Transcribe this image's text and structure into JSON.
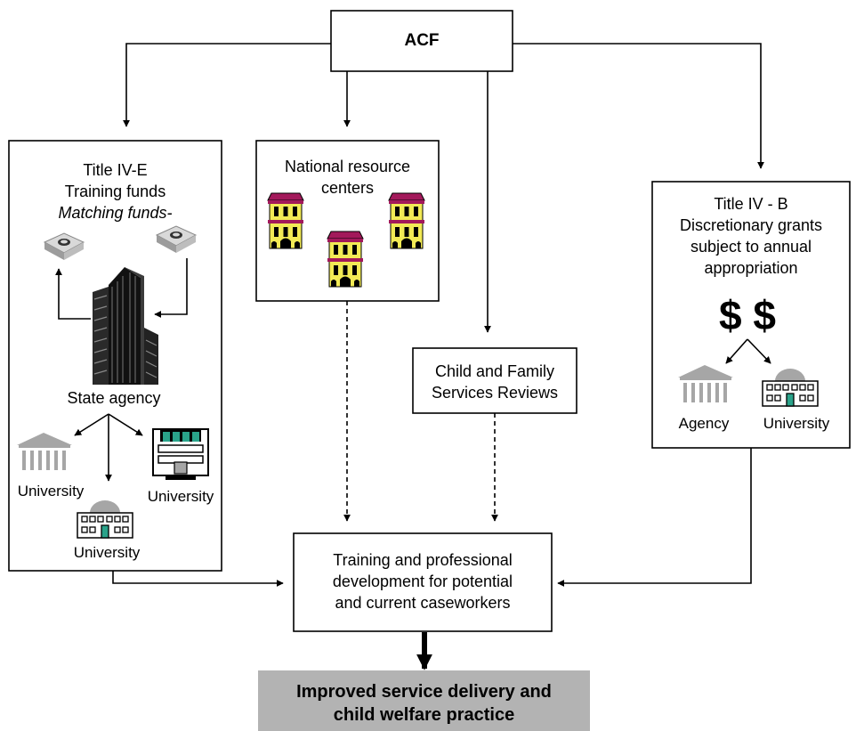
{
  "acf": {
    "label": "ACF"
  },
  "title_ive": {
    "line1": "Title IV-E",
    "line2": "Training funds",
    "subtitle": "Matching funds-",
    "state_agency": "State agency",
    "university_left": "University",
    "university_right": "University",
    "university_bottom": "University"
  },
  "resource_centers": {
    "line1": "National resource",
    "line2": "centers"
  },
  "cfsr": {
    "line1": "Child and Family",
    "line2": "Services Reviews"
  },
  "title_ivb": {
    "line1": "Title IV - B",
    "line2": "Discretionary grants",
    "line3": "subject to annual",
    "line4": "appropriation",
    "dollars": "$ $",
    "agency": "Agency",
    "university": "University"
  },
  "training": {
    "line1": "Training and professional",
    "line2": "development for potential",
    "line3": "and current caseworkers"
  },
  "outcome": {
    "line1": "Improved service delivery and",
    "line2": "child welfare practice"
  },
  "colors": {
    "outcome_fill": "#b3b3b3",
    "building_yellow": "#f2ea55",
    "building_roof": "#a3195b",
    "accent_teal": "#2aa38a",
    "icon_gray": "#a6a6a6"
  }
}
